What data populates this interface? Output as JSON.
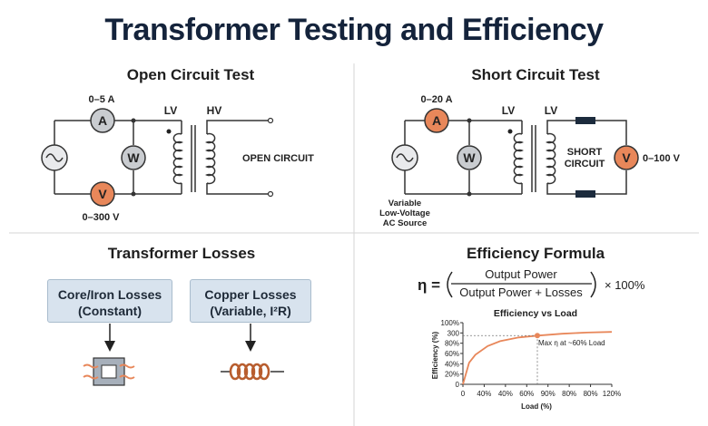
{
  "title": "Transformer Testing and Efficiency",
  "open_circuit": {
    "title": "Open Circuit Test",
    "ammeter_range": "0–5 A",
    "ammeter": "A",
    "wattmeter": "W",
    "voltmeter": "V",
    "voltmeter_range": "0–300 V",
    "lv_label": "LV",
    "hv_label": "HV",
    "open_label": "OPEN CIRCUIT"
  },
  "short_circuit": {
    "title": "Short Circuit Test",
    "ammeter_range": "0–20 A",
    "ammeter": "A",
    "wattmeter": "W",
    "voltmeter": "V",
    "voltmeter_range": "0–100 V",
    "lv_label_1": "LV",
    "lv_label_2": "LV",
    "short_label_1": "SHORT",
    "short_label_2": "CIRCUIT",
    "source_label_1": "Variable",
    "source_label_2": "Low-Voltage",
    "source_label_3": "AC Source"
  },
  "losses": {
    "title": "Transformer Losses",
    "core_line1": "Core/Iron Losses",
    "core_line2": "(Constant)",
    "copper_line1": "Copper Losses",
    "copper_line2": "(Variable, I²R)"
  },
  "efficiency": {
    "title": "Efficiency Formula",
    "eta": "η =",
    "numerator": "Output Power",
    "denominator": "Output Power + Losses",
    "multiplier": "× 100%"
  },
  "colors": {
    "accent": "#e8875a",
    "meter": "#c9ccd0",
    "box": "#d8e3ee"
  },
  "chart_data": {
    "type": "line",
    "title": "Efficiency vs Load",
    "xlabel": "Load (%)",
    "ylabel": "Efficiency (%)",
    "x_ticks": [
      "0",
      "40%",
      "40%",
      "60%",
      "90%",
      "80%",
      "80%",
      "120%"
    ],
    "y_ticks": [
      "0",
      "20%",
      "40%",
      "60%",
      "80%",
      "300",
      "100%"
    ],
    "series": [
      {
        "values": [
          [
            0,
            0
          ],
          [
            5,
            35
          ],
          [
            10,
            48
          ],
          [
            20,
            62
          ],
          [
            30,
            70
          ],
          [
            45,
            76
          ],
          [
            60,
            79
          ],
          [
            80,
            82
          ],
          [
            100,
            84
          ],
          [
            120,
            85
          ]
        ]
      }
    ],
    "annotation": "Max η at ~60% Load",
    "marker": [
      60,
      79
    ],
    "xlim": [
      0,
      120
    ],
    "ylim": [
      0,
      100
    ],
    "grid": false
  }
}
